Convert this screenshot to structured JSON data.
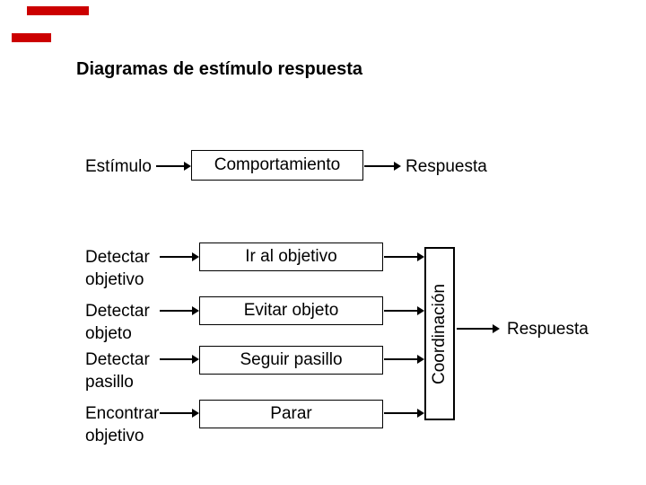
{
  "colors": {
    "accent_red": "#cc0000",
    "ink": "#000000",
    "paper": "#ffffff"
  },
  "title": "Diagramas de estímulo respuesta",
  "diagram": {
    "top_row": {
      "stimulus": "Estímulo",
      "behavior": "Comportamiento",
      "response": "Respuesta"
    },
    "rows": [
      {
        "stimulus_lines": [
          "Detectar",
          "objetivo"
        ],
        "behavior": "Ir al objetivo"
      },
      {
        "stimulus_lines": [
          "Detectar",
          "objeto"
        ],
        "behavior": "Evitar objeto"
      },
      {
        "stimulus_lines": [
          "Detectar",
          "pasillo"
        ],
        "behavior": "Seguir pasillo"
      },
      {
        "stimulus_lines": [
          "Encontrar",
          "objetivo"
        ],
        "behavior": "Parar"
      }
    ],
    "coordinator": "Coordinación",
    "final_response": "Respuesta"
  }
}
